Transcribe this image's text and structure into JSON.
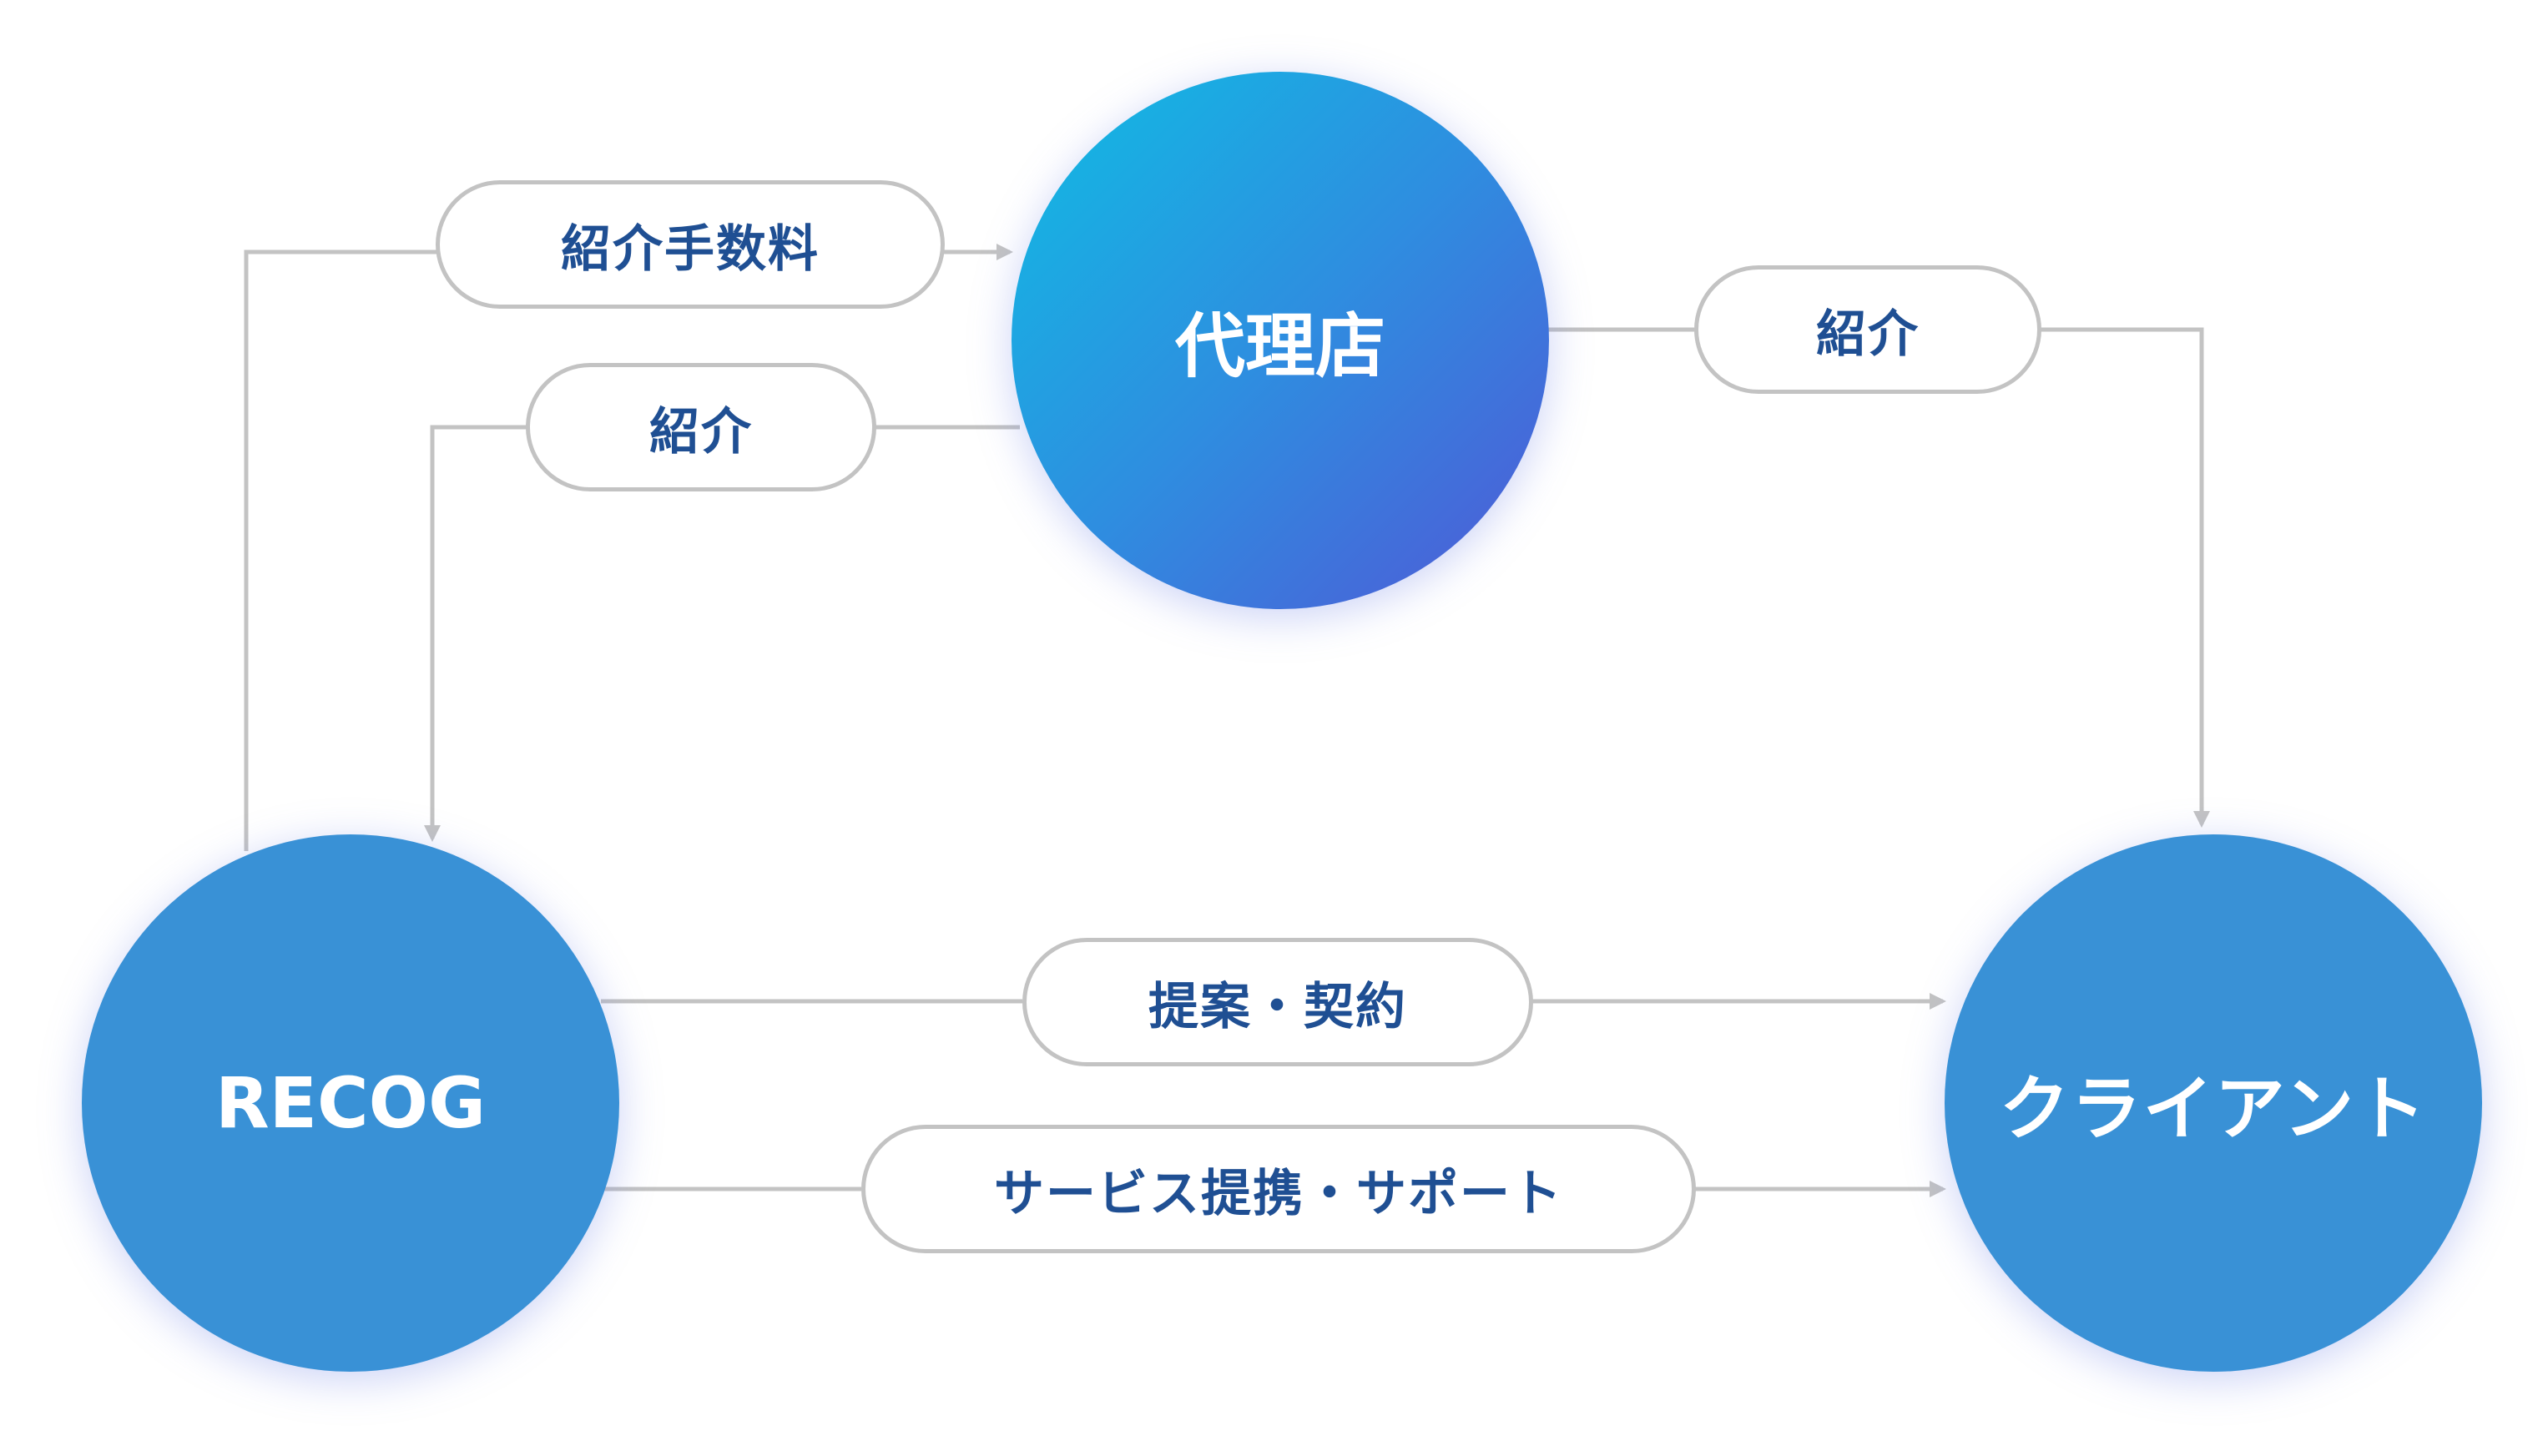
{
  "nodes": {
    "agency": "代理店",
    "recog": "RECOG",
    "client": "クライアント"
  },
  "labels": {
    "commission": "紹介手数料",
    "intro_left": "紹介",
    "intro_right": "紹介",
    "proposal_contract": "提案・契約",
    "service_support": "サービス提携・サポート"
  },
  "colors": {
    "node_blue": "#3991d6",
    "gradient_start": "#0fbde3",
    "gradient_end": "#5058d6",
    "connector": "#c3c3c3",
    "label_text": "#1f4f93"
  }
}
